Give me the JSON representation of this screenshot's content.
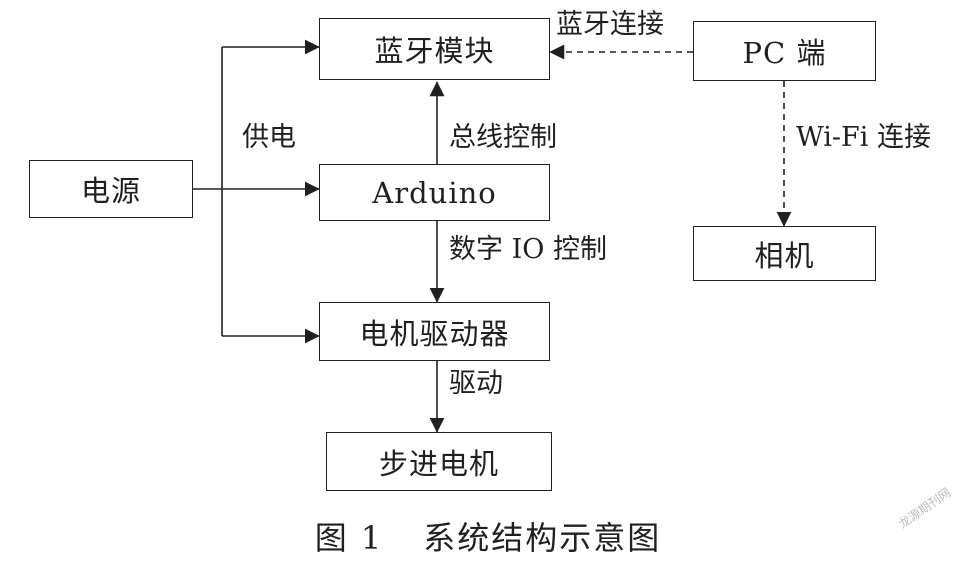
{
  "nodes": {
    "bluetooth": "蓝牙模块",
    "pc": "PC 端",
    "power": "电源",
    "arduino": "Arduino",
    "camera": "相机",
    "driver": "电机驱动器",
    "stepper": "步进电机"
  },
  "edges": {
    "bluetooth_link": "蓝牙连接",
    "power_supply": "供电",
    "bus_control": "总线控制",
    "wifi_link": "Wi-Fi 连接",
    "digital_io": "数字 IO 控制",
    "drive": "驱动"
  },
  "caption": {
    "figure_number": "图 1",
    "title": "系统结构示意图"
  },
  "watermark": "龙源期刊网"
}
